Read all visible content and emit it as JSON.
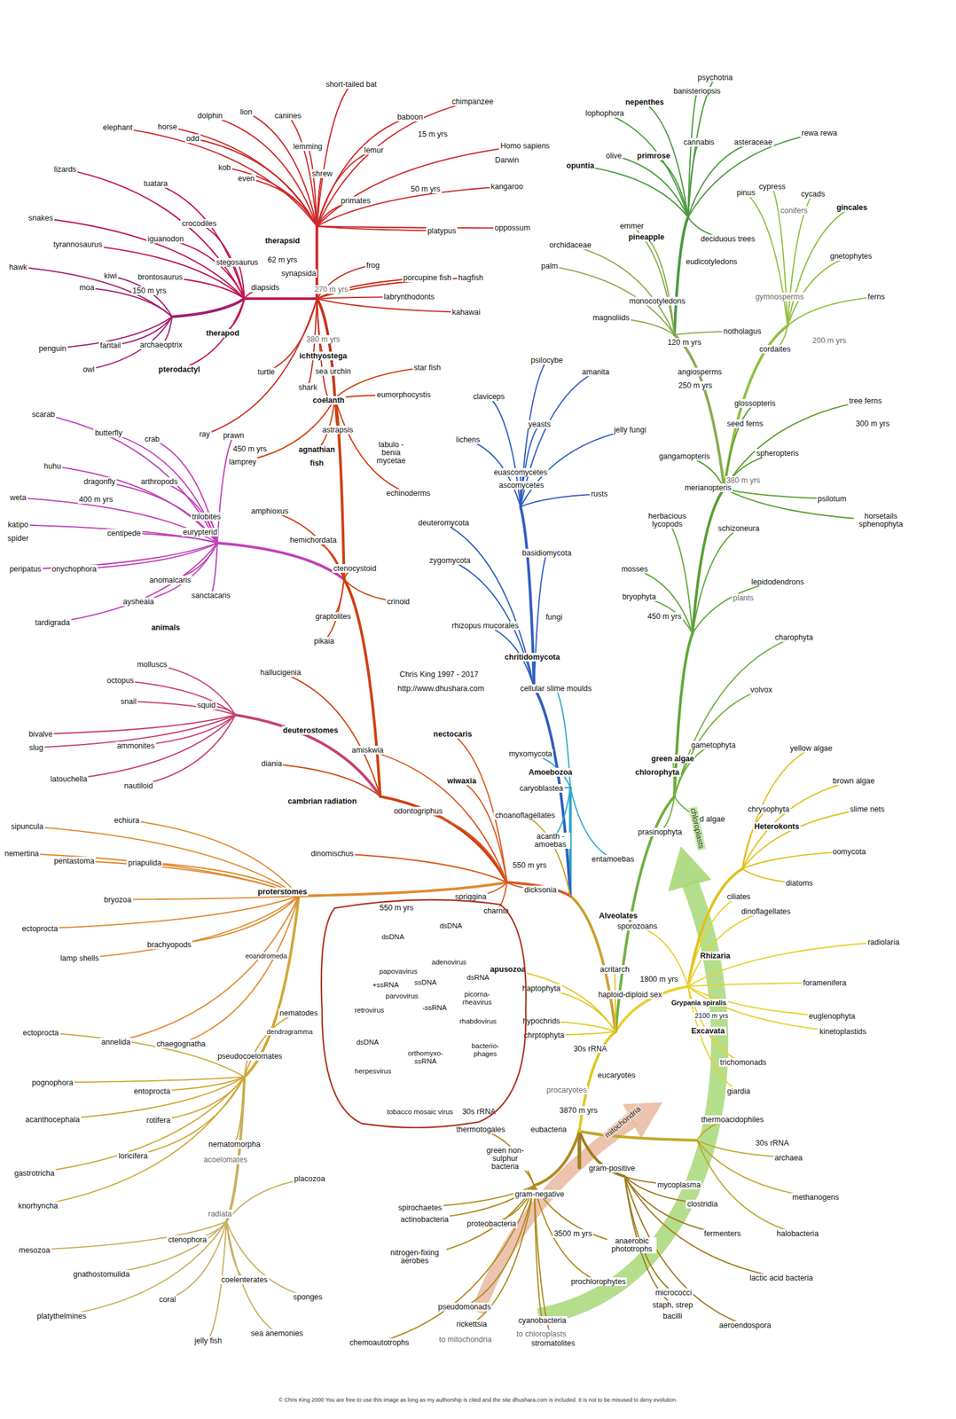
{
  "diagram": {
    "caption": "© Chris King 2000 You are free to use this image as long as my authorship is cited and the site dhushara.com is included. It is not to be misused to deny evolution.",
    "nodes": [
      {
        "text": [
          "dsDNA",
          "dsDNA",
          "papovavirus",
          "adenovirus",
          "+ssRNA",
          "ssDNA",
          "dsRNA",
          "picorna- rheavirus",
          "parvovirus",
          "-ssRNA",
          "retrovirus",
          "rhabdovirus",
          "dsDNA",
          "bacterio- phages",
          "orthomyxo- ssRNA",
          "herpesvirus",
          "tobacco mosaic virus"
        ]
      }
    ],
    "labels": [
      "dolphin",
      "elephant",
      "horse",
      "odd",
      "lion",
      "canines",
      "short-tailed bat",
      "lemming",
      "kob",
      "even",
      "shrew",
      "lemur",
      "baboon",
      "chimpanzee",
      "15 m yrs",
      "Homo sapiens",
      "Darwin",
      "primates",
      "50 m yrs",
      "kangaroo",
      "oppossum",
      "platypus",
      "therapsid",
      "62 m yrs",
      "frog",
      "porcupine fish",
      "hagfish",
      "kahawai",
      "synapsida",
      "270 m yrs",
      "labrynthodonts",
      "380 m yrs",
      "ichthyostega",
      "sea urchin",
      "star fish",
      "turtle",
      "shark",
      "coelanth",
      "eumorphocystis",
      "astrapsis",
      "agnathian",
      "fish",
      "450 m yrs",
      "lamprey",
      "labulo -benia mycetae",
      "echinoderms",
      "amphioxus",
      "hemichordata",
      "ctenocystoid",
      "crinoid",
      "graptolites",
      "pikaia",
      "hallucigenia",
      "lizards",
      "tuatara",
      "snakes",
      "crocodiles",
      "iguanodon",
      "tyrannosaurus",
      "stegosaurus",
      "hawk",
      "kiwi",
      "brontosaurus",
      "150 m yrs",
      "diapsids",
      "moa",
      "penguin",
      "fantail",
      "archaeoptrix",
      "therapod",
      "owl",
      "pterodactyl",
      "scarab",
      "butterfly",
      "crab",
      "ray",
      "prawn",
      "huhu",
      "dragonfly",
      "arthropods",
      "weta",
      "400 m yrs",
      "trilobites",
      "katipo",
      "spider",
      "centipede",
      "eurypterid",
      "peripatus",
      "onychophora",
      "anomalcaris",
      "aysheaia",
      "sanctacaris",
      "tardigrada",
      "animals",
      "molluscs",
      "octopus",
      "squid",
      "snail",
      "bivalve",
      "ammonites",
      "slug",
      "latouchella",
      "nautiloid",
      "diania",
      "deuterostomes",
      "nectocaris",
      "amiskwia",
      "wiwaxia",
      "cambrian radiation",
      "odontogriphus",
      "choanoflagellates",
      "dinomischus",
      "550 m yrs",
      "Chris King 1997 - 2017",
      "http://www.dhushara.com",
      "sipuncula",
      "echiura",
      "nemertina",
      "pentastoma",
      "priapulida",
      "proterstomes",
      "bryozoa",
      "ectoprocta",
      "lamp shells",
      "brachyopods",
      "eoandromeda",
      "ectoprocta",
      "annelida",
      "chaegognatha",
      "nematodes",
      "dendrogramma",
      "pseudocoelomates",
      "pognophora",
      "entoprocta",
      "acanthocephala",
      "rotifera",
      "gastrotricha",
      "loricifera",
      "nematomorpha",
      "acoelomates",
      "placozoa",
      "knorhyncha",
      "radiata",
      "ctenophora",
      "mesozoa",
      "gnathostomulida",
      "coelenterates",
      "platythelmines",
      "coral",
      "sponges",
      "jelly fish",
      "sea anemonies",
      "550 m yrs",
      "spriggina",
      "dicksonia",
      "charnia",
      "psilocybe",
      "amanita",
      "claviceps",
      "yeasts",
      "jelly fungi",
      "lichens",
      "euascomycetes",
      "ascomycetes",
      "rusts",
      "deuteromycota",
      "zygomycota",
      "basidiomycota",
      "rhizopus mucorales",
      "fungi",
      "chritidomycota",
      "cellular slime moulds",
      "myxomycota",
      "Amoebozoa",
      "caryoblastea",
      "acanth -amoebas",
      "entamoebas",
      "psychotria",
      "banisteriopsis",
      "nepenthes",
      "lophophora",
      "asteraceae",
      "cannabis",
      "rewa rewa",
      "olive",
      "primrose",
      "opuntia",
      "cypress",
      "pinus",
      "cycads",
      "gincales",
      "conifers",
      "orchidaceae",
      "emmer",
      "pineapple",
      "deciduous trees",
      "gnetophytes",
      "palm",
      "eudicotyledons",
      "monocotyledons",
      "gymnosperms",
      "ferns",
      "magnoliids",
      "notholagus",
      "120 m yrs",
      "200 m yrs",
      "cordaites",
      "angiosperms",
      "250 m yrs",
      "glossopteris",
      "tree ferns",
      "seed ferns",
      "300 m yrs",
      "spheropteris",
      "gangamopteris",
      "380 m yrs",
      "merianopteris",
      "herbacious lycopods",
      "psilotum",
      "horsetails sphenophyta",
      "schizoneura",
      "mosses",
      "lepidodendrons",
      "bryophyta",
      "plants",
      "450 m yrs",
      "charophyta",
      "volvox",
      "gametophyta",
      "yellow algae",
      "green algae",
      "chlorophyta",
      "brown algae",
      "chrysophyta",
      "slime nets",
      "red algae",
      "Heterokonts",
      "prasinophyta",
      "oomycota",
      "diatoms",
      "chloroplasts",
      "ciliates",
      "dinoflagellates",
      "Alveolates",
      "sporozoans",
      "Rhizaria",
      "radiolaria",
      "foramenifera",
      "acritarch",
      "1800 m yrs",
      "Grypania spiralis",
      "2100 m yrs",
      "euglenophyta",
      "Excavata",
      "kinetoplastids",
      "haploid-diploid sex",
      "haptophyta",
      "apusozoa",
      "hypochrids",
      "chrptophyta",
      "30s rRNA",
      "eucaryotes",
      "procaryotes",
      "3870 m yrs",
      "30s rRNA",
      "thermotogales",
      "trichomonads",
      "giardia",
      "thermoacidophiles",
      "30s rRNA",
      "archaea",
      "methanogens",
      "halobacteria",
      "mycoplasma",
      "gram-positive",
      "clostridia",
      "eubacteria",
      "green non-sulphur bacteria",
      "mitochondria",
      "gram-negative",
      "spirochaetes",
      "actinobacteria",
      "proteobacteria",
      "3500 m yrs",
      "anaerobic phototrophs",
      "fermenters",
      "nitrogen-fixing aerobes",
      "prochlorophytes",
      "micrococci",
      "lactic acid bacteria",
      "staph, strep",
      "bacilli",
      "aeroendospora",
      "pseudomonads",
      "cyanobacteria",
      "rickettsia",
      "to mitochondria",
      "to chloroplasts",
      "stromatolites",
      "chemoautotrophs"
    ]
  }
}
